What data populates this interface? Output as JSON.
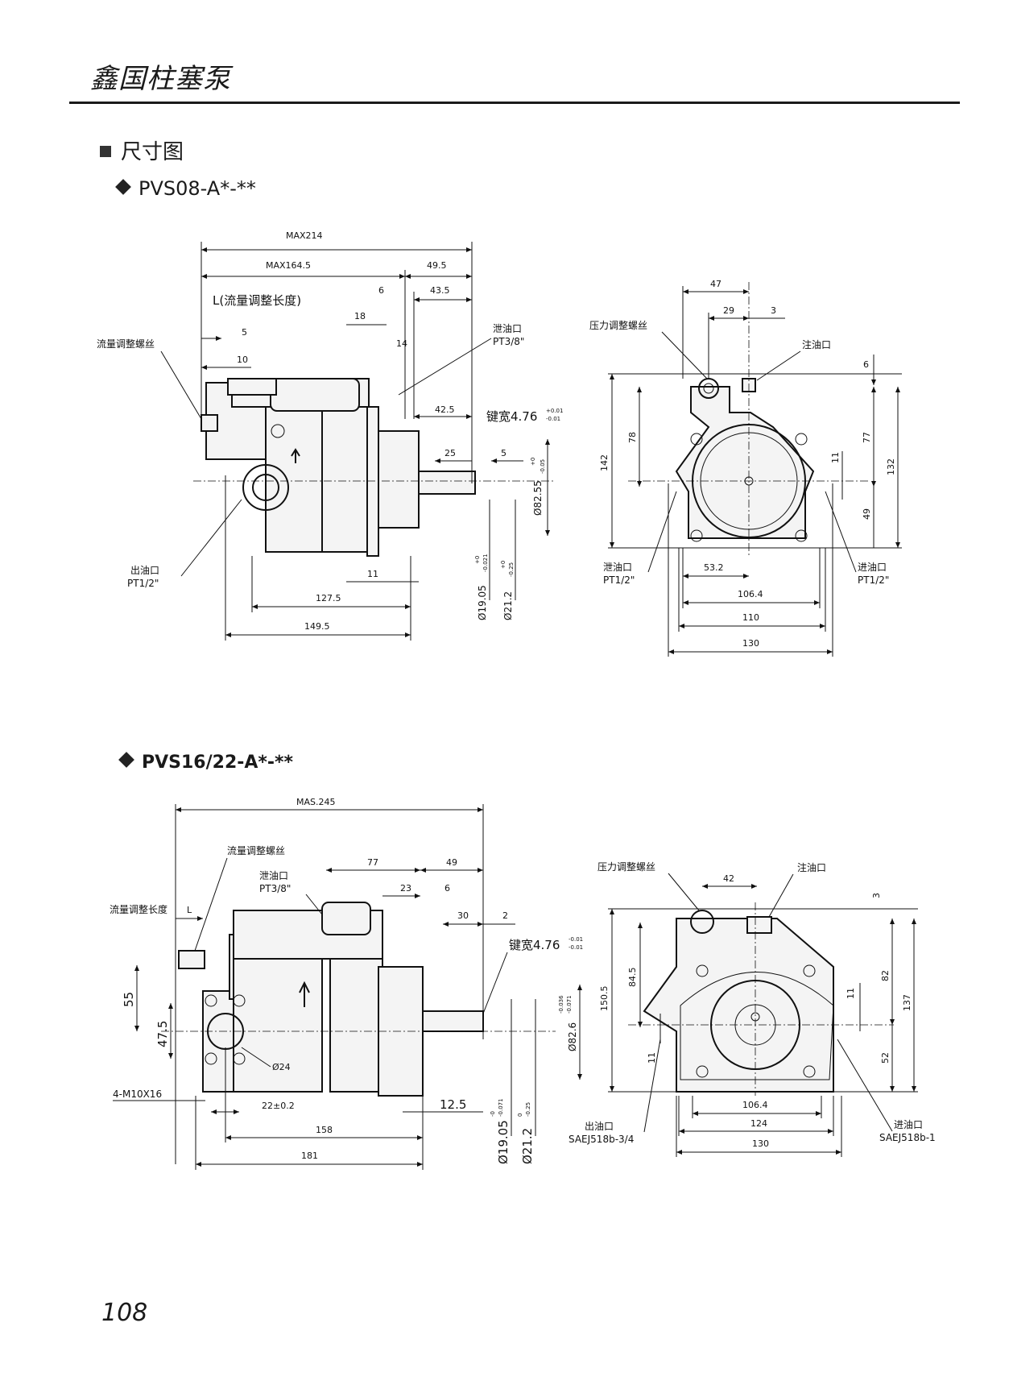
{
  "page": {
    "title": "鑫国柱塞泵",
    "section": "尺寸图",
    "page_number": "108"
  },
  "model1": {
    "name": "PVS08-A*-**",
    "side": {
      "max214": "MAX214",
      "max164_5": "MAX164.5",
      "d49_5": "49.5",
      "d43_5": "43.5",
      "d6": "6",
      "L_label": "L(流量调整长度)",
      "d18": "18",
      "d5a": "5",
      "d14": "14",
      "d10": "10",
      "flow_screw": "流量调整螺丝",
      "drain": "泄油口",
      "drain_thread": "PT3/8\"",
      "d42_5": "42.5",
      "key": "键宽4.76",
      "key_tol_up": "+0.01",
      "key_tol_dn": "-0.01",
      "d25": "25",
      "d5b": "5",
      "phi82": "Ø82.55",
      "phi82_tol_up": "+0",
      "phi82_tol_dn": "-0.05",
      "outlet": "出油口",
      "outlet_thread": "PT1/2\"",
      "d11": "11",
      "d127_5": "127.5",
      "d149_5": "149.5",
      "phi19": "Ø19.05",
      "phi19_tol_up": "+0",
      "phi19_tol_dn": "-0.021",
      "phi21": "Ø21.2",
      "phi21_tol_up": "+0",
      "phi21_tol_dn": "-0.25"
    },
    "front": {
      "d47": "47",
      "d29": "29",
      "d3": "3",
      "pressure_screw": "压力调整螺丝",
      "fill_port": "注油口",
      "d6": "6",
      "d142": "142",
      "d78": "78",
      "d77": "77",
      "d132": "132",
      "d11": "11",
      "d49": "49",
      "drain": "泄油口",
      "drain_thread": "PT1/2\"",
      "inlet": "进油口",
      "inlet_thread": "PT1/2\"",
      "d53_2": "53.2",
      "d106_4": "106.4",
      "d110": "110",
      "d130": "130"
    }
  },
  "model2": {
    "name": "PVS16/22-A*-**",
    "side": {
      "mas245": "MAS.245",
      "flow_screw": "流量调整螺丝",
      "d77": "77",
      "d49": "49",
      "drain": "泄油口",
      "drain_thread": "PT3/8\"",
      "d23": "23",
      "d6": "6",
      "flow_len": "流量调整长度",
      "L": "L",
      "d30": "30",
      "d2": "2",
      "key": "键宽4.76",
      "key_tol_up": "-0.01",
      "key_tol_dn": "-0.01",
      "d55": "55",
      "d47_5": "47.5",
      "phi24": "Ø24",
      "phi82_6": "Ø82.6",
      "phi82_tol_up": "-0.036",
      "phi82_tol_dn": "-0.071",
      "m10": "4-M10X16",
      "d22": "22±0.2",
      "d12_5": "12.5",
      "d158": "158",
      "d181": "181",
      "phi19": "Ø19.05",
      "phi19_tol_up": "-0",
      "phi19_tol_dn": "-0.071",
      "phi21": "Ø21.2",
      "phi21_tol_up": "0",
      "phi21_tol_dn": "-0.25"
    },
    "front": {
      "pressure_screw": "压力调整螺丝",
      "fill_port": "注油口",
      "d42": "42",
      "d3": "3",
      "d84_5": "84.5",
      "d150_5": "150.5",
      "d82": "82",
      "d137": "137",
      "d11a": "11",
      "d11b": "11",
      "d52": "52",
      "d106_4": "106.4",
      "d124": "124",
      "d130": "130",
      "outlet": "出油口",
      "outlet_spec": "SAEJ518b-3/4",
      "inlet": "进油口",
      "inlet_spec": "SAEJ518b-1"
    }
  }
}
